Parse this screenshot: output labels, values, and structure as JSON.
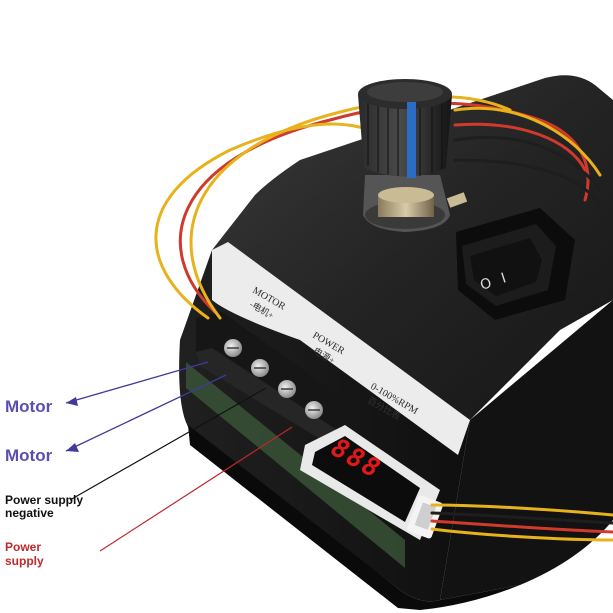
{
  "colors": {
    "motor_callout": "#5a4fb0",
    "negative_callout": "#111111",
    "positive_callout": "#c0282a",
    "housing": "#1a1a1a",
    "knob_marker": "#2b6cc4",
    "display_digits": "#e01818",
    "wire_red": "#d03a2a",
    "wire_yellow": "#e8b21c",
    "wire_black": "#1e1e1e"
  },
  "callouts": {
    "motor_1": "Motor",
    "motor_2": "Motor",
    "supply_negative_line1": "Power supply",
    "supply_negative_line2": "negative",
    "supply_positive_line1": "Power",
    "supply_positive_line2": "supply"
  },
  "panel": {
    "motor_label": "MOTOR",
    "motor_label_cn": "-电机+",
    "power_label": "POWER",
    "power_label_cn": "-电源+",
    "range_label": "0-100%RPM",
    "range_label_cn": "百分比表"
  },
  "display": {
    "digits": "888"
  },
  "switch": {
    "symbol_off": "O",
    "symbol_on": "I"
  },
  "icons": {
    "knob": "potentiometer-knob-icon",
    "switch": "rocker-switch-icon",
    "terminal": "screw-terminal-icon"
  }
}
